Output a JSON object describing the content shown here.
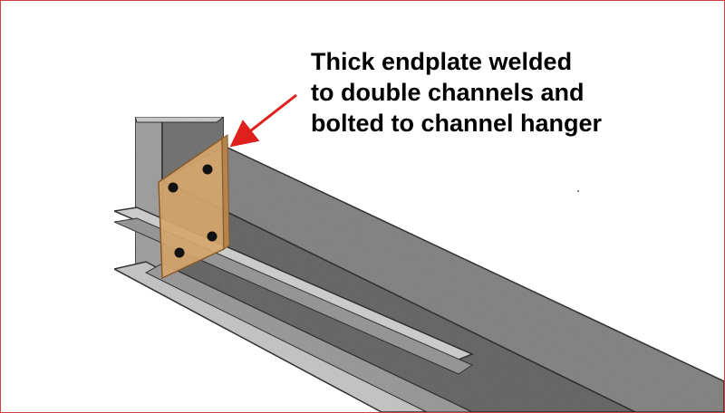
{
  "callout": {
    "lines": [
      "Thick endplate welded",
      "to double channels and",
      "bolted to channel hanger"
    ]
  },
  "colors": {
    "frame_border": "#d04040",
    "steel_dark": "#6a6a6a",
    "steel_mid": "#9a9a9a",
    "steel_light": "#cfcfcf",
    "endplate_fill": "#d6a66c",
    "endplate_stroke": "#8a5a2a",
    "bolt": "#111111",
    "arrow": "#e0201c"
  },
  "icons": {
    "leader_arrow": "red-arrow-icon",
    "bolt": "bolt-hole-icon"
  }
}
